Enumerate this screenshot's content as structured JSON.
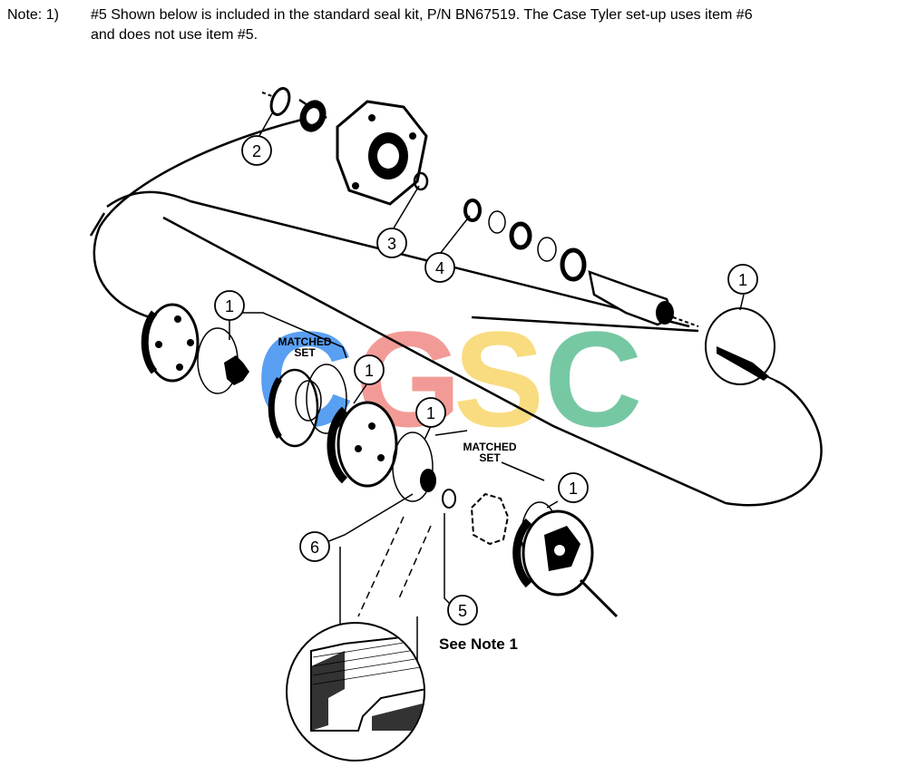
{
  "note": {
    "label": "Note:  1)",
    "line1": "#5 Shown below is included in the standard seal kit, P/N BN67519.  The Case Tyler set-up uses item #6",
    "line2": "and does not use item #5."
  },
  "callouts": {
    "c1a": "1",
    "c1b": "1",
    "c1c": "1",
    "c1d": "1",
    "c1e": "1",
    "c2": "2",
    "c3": "3",
    "c4": "4",
    "c5": "5",
    "c6": "6"
  },
  "labels": {
    "matched_set_1_line1": "MATCHED",
    "matched_set_1_line2": "SET",
    "matched_set_2_line1": "MATCHED",
    "matched_set_2_line2": "SET",
    "see_note": "See Note 1"
  },
  "watermark": {
    "letters": [
      "C",
      "G",
      "S",
      "C"
    ],
    "colors": [
      "#3d8ff0",
      "#f08a84",
      "#f8d66a",
      "#5fbf94"
    ]
  }
}
